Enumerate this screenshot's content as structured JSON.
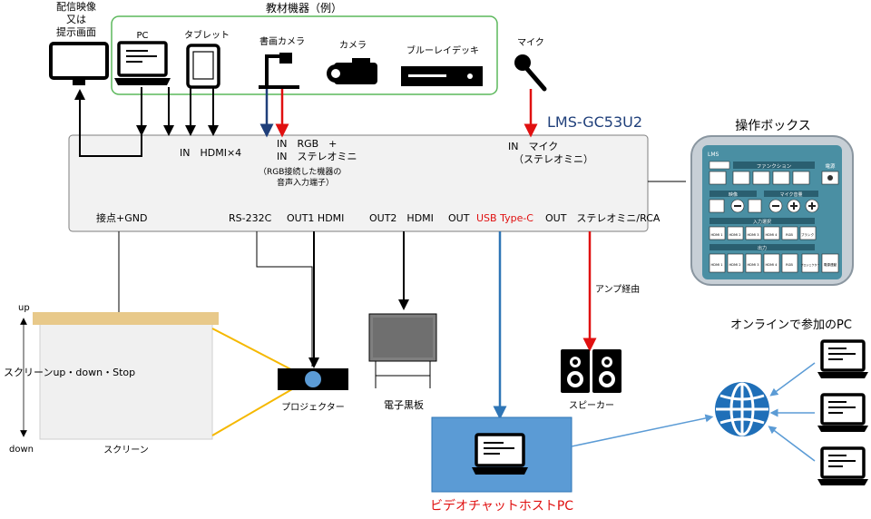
{
  "colors": {
    "green_border": "#5cb85c",
    "blue_arrow": "#1f3f7a",
    "red_arrow": "#e01010",
    "usb_blue": "#2e75b6",
    "red_text": "#e01010",
    "host_fill": "#5b9bd5",
    "panel_teal": "#4a8fa3",
    "screen_top": "#e8c98a",
    "projector_yellow": "#f5b800"
  },
  "labels": {
    "display_line1": "配信映像",
    "display_line2": "又は",
    "display_line3": "提示画面",
    "equipment_group": "教材機器（例）",
    "pc": "PC",
    "tablet": "タブレット",
    "doc_camera": "書画カメラ",
    "camera": "カメラ",
    "bluray": "ブルーレイデッキ",
    "mic": "マイク",
    "device_name": "LMS-GC53U2",
    "control_box": "操作ボックス",
    "in_hdmi": "IN　HDMI×4",
    "in_rgb_1": "IN　RGB　+",
    "in_rgb_2": "IN　ステレオミニ",
    "rgb_note_1": "（RGB接続した機器の",
    "rgb_note_2": "音声入力端子）",
    "in_mic_1": "IN　マイク",
    "in_mic_2": "（ステレオミニ）",
    "contact": "接点+GND",
    "rs232c": "RS-232C",
    "out1": "OUT1 HDMI",
    "out2": "OUT2　HDMI",
    "out_usb_prefix": "OUT",
    "usb_typec": "USB Type-C",
    "out_stereo": "OUT　ステレオミニ/RCA",
    "amp_via": "アンプ経由",
    "up": "up",
    "down": "down",
    "screen_control": "スクリーンup・down・Stop",
    "screen": "スクリーン",
    "projector": "プロジェクター",
    "blackboard": "電子黒板",
    "speaker": "スピーカー",
    "host_pc": "ビデオチャットホストPC",
    "online_pc": "オンラインで参加のPC"
  },
  "control_panel": {
    "brand": "LMS",
    "function": "ファンクション",
    "picture": "映像",
    "mic_volume": "マイク音量",
    "input": "入力選択",
    "output": "出力",
    "power": "電源",
    "inputs": [
      "HDMI 1",
      "HDMI 2",
      "HDMI 3",
      "HDMI 4",
      "RGB",
      "ブランク"
    ],
    "outputs": [
      "HDMI 1",
      "HDMI 2",
      "HDMI 3",
      "HDMI 4",
      "RGB"
    ],
    "extra_1": "プロジェクター",
    "extra_2": "電源連動"
  }
}
